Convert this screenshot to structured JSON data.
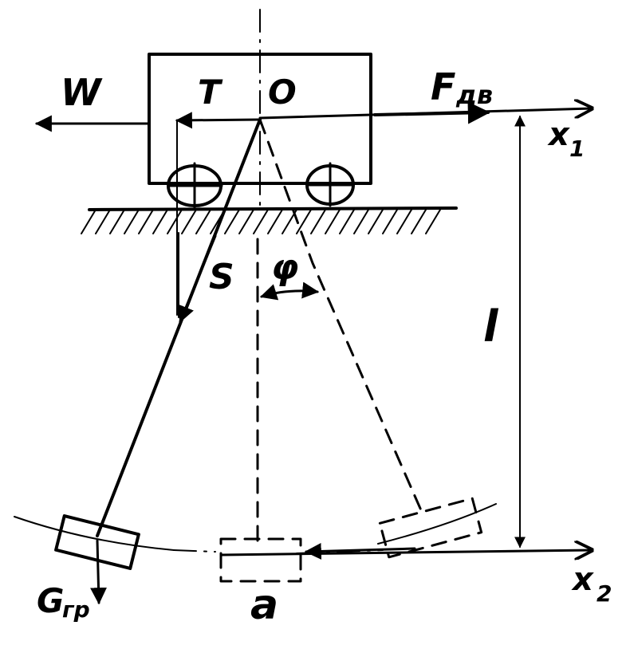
{
  "labels": {
    "W": "W",
    "T": "T",
    "O": "O",
    "F_main": "F",
    "F_sub": "дв",
    "x1_main": "x",
    "x1_sub": "1",
    "S": "S",
    "phi": "φ",
    "l": "l",
    "G_main": "G",
    "G_sub": "гр",
    "a": "a",
    "x2_main": "x",
    "x2_sub": "2"
  }
}
